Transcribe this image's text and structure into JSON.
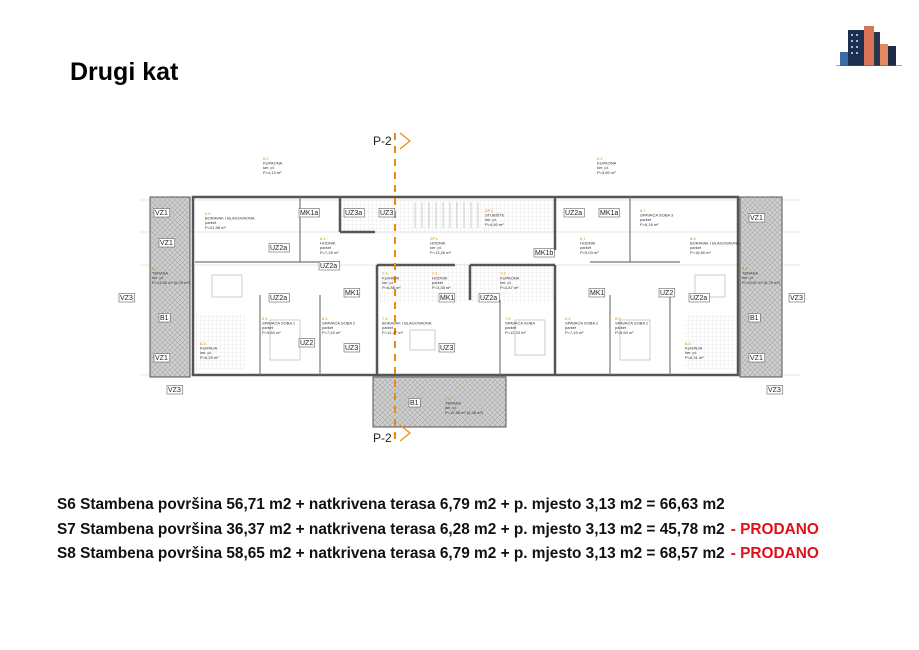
{
  "page": {
    "title": "Drugi kat"
  },
  "logo": {
    "icon": "building-logo-icon"
  },
  "plan": {
    "section_top": "P-2",
    "section_bottom": "P-2",
    "rooms": [
      {
        "num": "6.6",
        "name": "BORAVAK I BLAGOVAONA",
        "floor": "parket",
        "area": "P=21,98 m²"
      },
      {
        "num": "6.2",
        "name": "KUPAONA",
        "floor": "ker. pl.",
        "area": "P=4,13 m²"
      },
      {
        "num": "6.1",
        "name": "HODNIK",
        "floor": "parket",
        "area": "P=7,26 m²"
      },
      {
        "num": "6.5",
        "name": "SPAVAĆA SOBA 1",
        "floor": "parket",
        "area": "P=9,60 m²"
      },
      {
        "num": "6.4",
        "name": "SPAVAĆA SOBA 2",
        "floor": "parket",
        "area": "P=7,43 m²"
      },
      {
        "num": "6.3",
        "name": "KUHINJA",
        "floor": "ker. pl.",
        "area": "P=6,29 m²"
      },
      {
        "num": "6.7",
        "name": "TERASA",
        "floor": "ker. pl.",
        "area": "P=13,52 m² (6,79 m²)"
      },
      {
        "num": "7.3",
        "name": "KUHINJA",
        "floor": "ker. pl.",
        "area": "P=6,88 m²"
      },
      {
        "num": "7.1",
        "name": "HODNIK",
        "floor": "parket",
        "area": "P=3,35 m²"
      },
      {
        "num": "7.4",
        "name": "BORAVAK I BLAGOVAONA",
        "floor": "parket",
        "area": "P=12,47 m²"
      },
      {
        "num": "7.5",
        "name": "SPAVAĆA SOBA",
        "floor": "parket",
        "area": "P=12,23 m²"
      },
      {
        "num": "7.2",
        "name": "KUPAONA",
        "floor": "ker. pl.",
        "area": "P=3,87 m²"
      },
      {
        "num": "7.6",
        "name": "TERASA",
        "floor": "ker. pl.",
        "area": "P=12,55 m² (6,28 m²)"
      },
      {
        "num": "ZP.1",
        "name": "HODNIK",
        "floor": "ker. pl.",
        "area": "P=13,26 m²"
      },
      {
        "num": "ZP.2",
        "name": "STUBIŠTE",
        "floor": "ker. pl.",
        "area": "P=4,50 m²"
      },
      {
        "num": "8.2",
        "name": "KUPAONA",
        "floor": "ker. pl.",
        "area": "P=3,80 m²"
      },
      {
        "num": "8.7",
        "name": "SPAVAĆA SOBA 3",
        "floor": "parket",
        "area": "P=8,16 m²"
      },
      {
        "num": "8.6",
        "name": "BORAVAK I BLAGOVAONA",
        "floor": "parket",
        "area": "P=16,50 m²"
      },
      {
        "num": "8.1",
        "name": "HODNIK",
        "floor": "parket",
        "area": "P=9,03 m²"
      },
      {
        "num": "8.5",
        "name": "SPAVAĆA SOBA 1",
        "floor": "parket",
        "area": "P=9,60 m²"
      },
      {
        "num": "8.4",
        "name": "SPAVAĆA SOBA 2",
        "floor": "parket",
        "area": "P=7,43 m²"
      },
      {
        "num": "8.3",
        "name": "KUHINJA",
        "floor": "ker. pl.",
        "area": "P=6,31 m²"
      },
      {
        "num": "8.8",
        "name": "TERASA",
        "floor": "ker. pl.",
        "area": "P=13,57 m² (6,79 m²)"
      }
    ],
    "tags": [
      "VZ1",
      "VZ1",
      "VZ3",
      "VZ1",
      "UZ2a",
      "UZ2a",
      "MK1a",
      "UZ3a",
      "UZ3",
      "UZ2a",
      "MK1",
      "UZ2",
      "UZ3",
      "MK1b",
      "MK1",
      "UZ2a",
      "UZ3",
      "MK1a",
      "UZ2a",
      "MK1",
      "UZ2",
      "UZ2a",
      "VZ1",
      "VZ3",
      "VZ1",
      "B1",
      "B1",
      "B1",
      "VZ3",
      "VZ3"
    ]
  },
  "units": [
    {
      "text": "S6 Stambena površina 56,71 m2 + natkrivena terasa 6,79 m2 + p. mjesto 3,13 m2 = 66,63 m2",
      "status": ""
    },
    {
      "text": "S7 Stambena površina 36,37 m2 + natkrivena terasa 6,28 m2 + p. mjesto 3,13 m2 = 45,78 m2",
      "status": "- PRODANO"
    },
    {
      "text": "S8 Stambena površina 58,65 m2 + natkrivena terasa 6,79 m2 + p. mjesto 3,13 m2 = 68,57 m2",
      "status": "- PRODANO"
    }
  ],
  "colors": {
    "sold": "#e0101a",
    "section_marker": "#f08a00"
  }
}
